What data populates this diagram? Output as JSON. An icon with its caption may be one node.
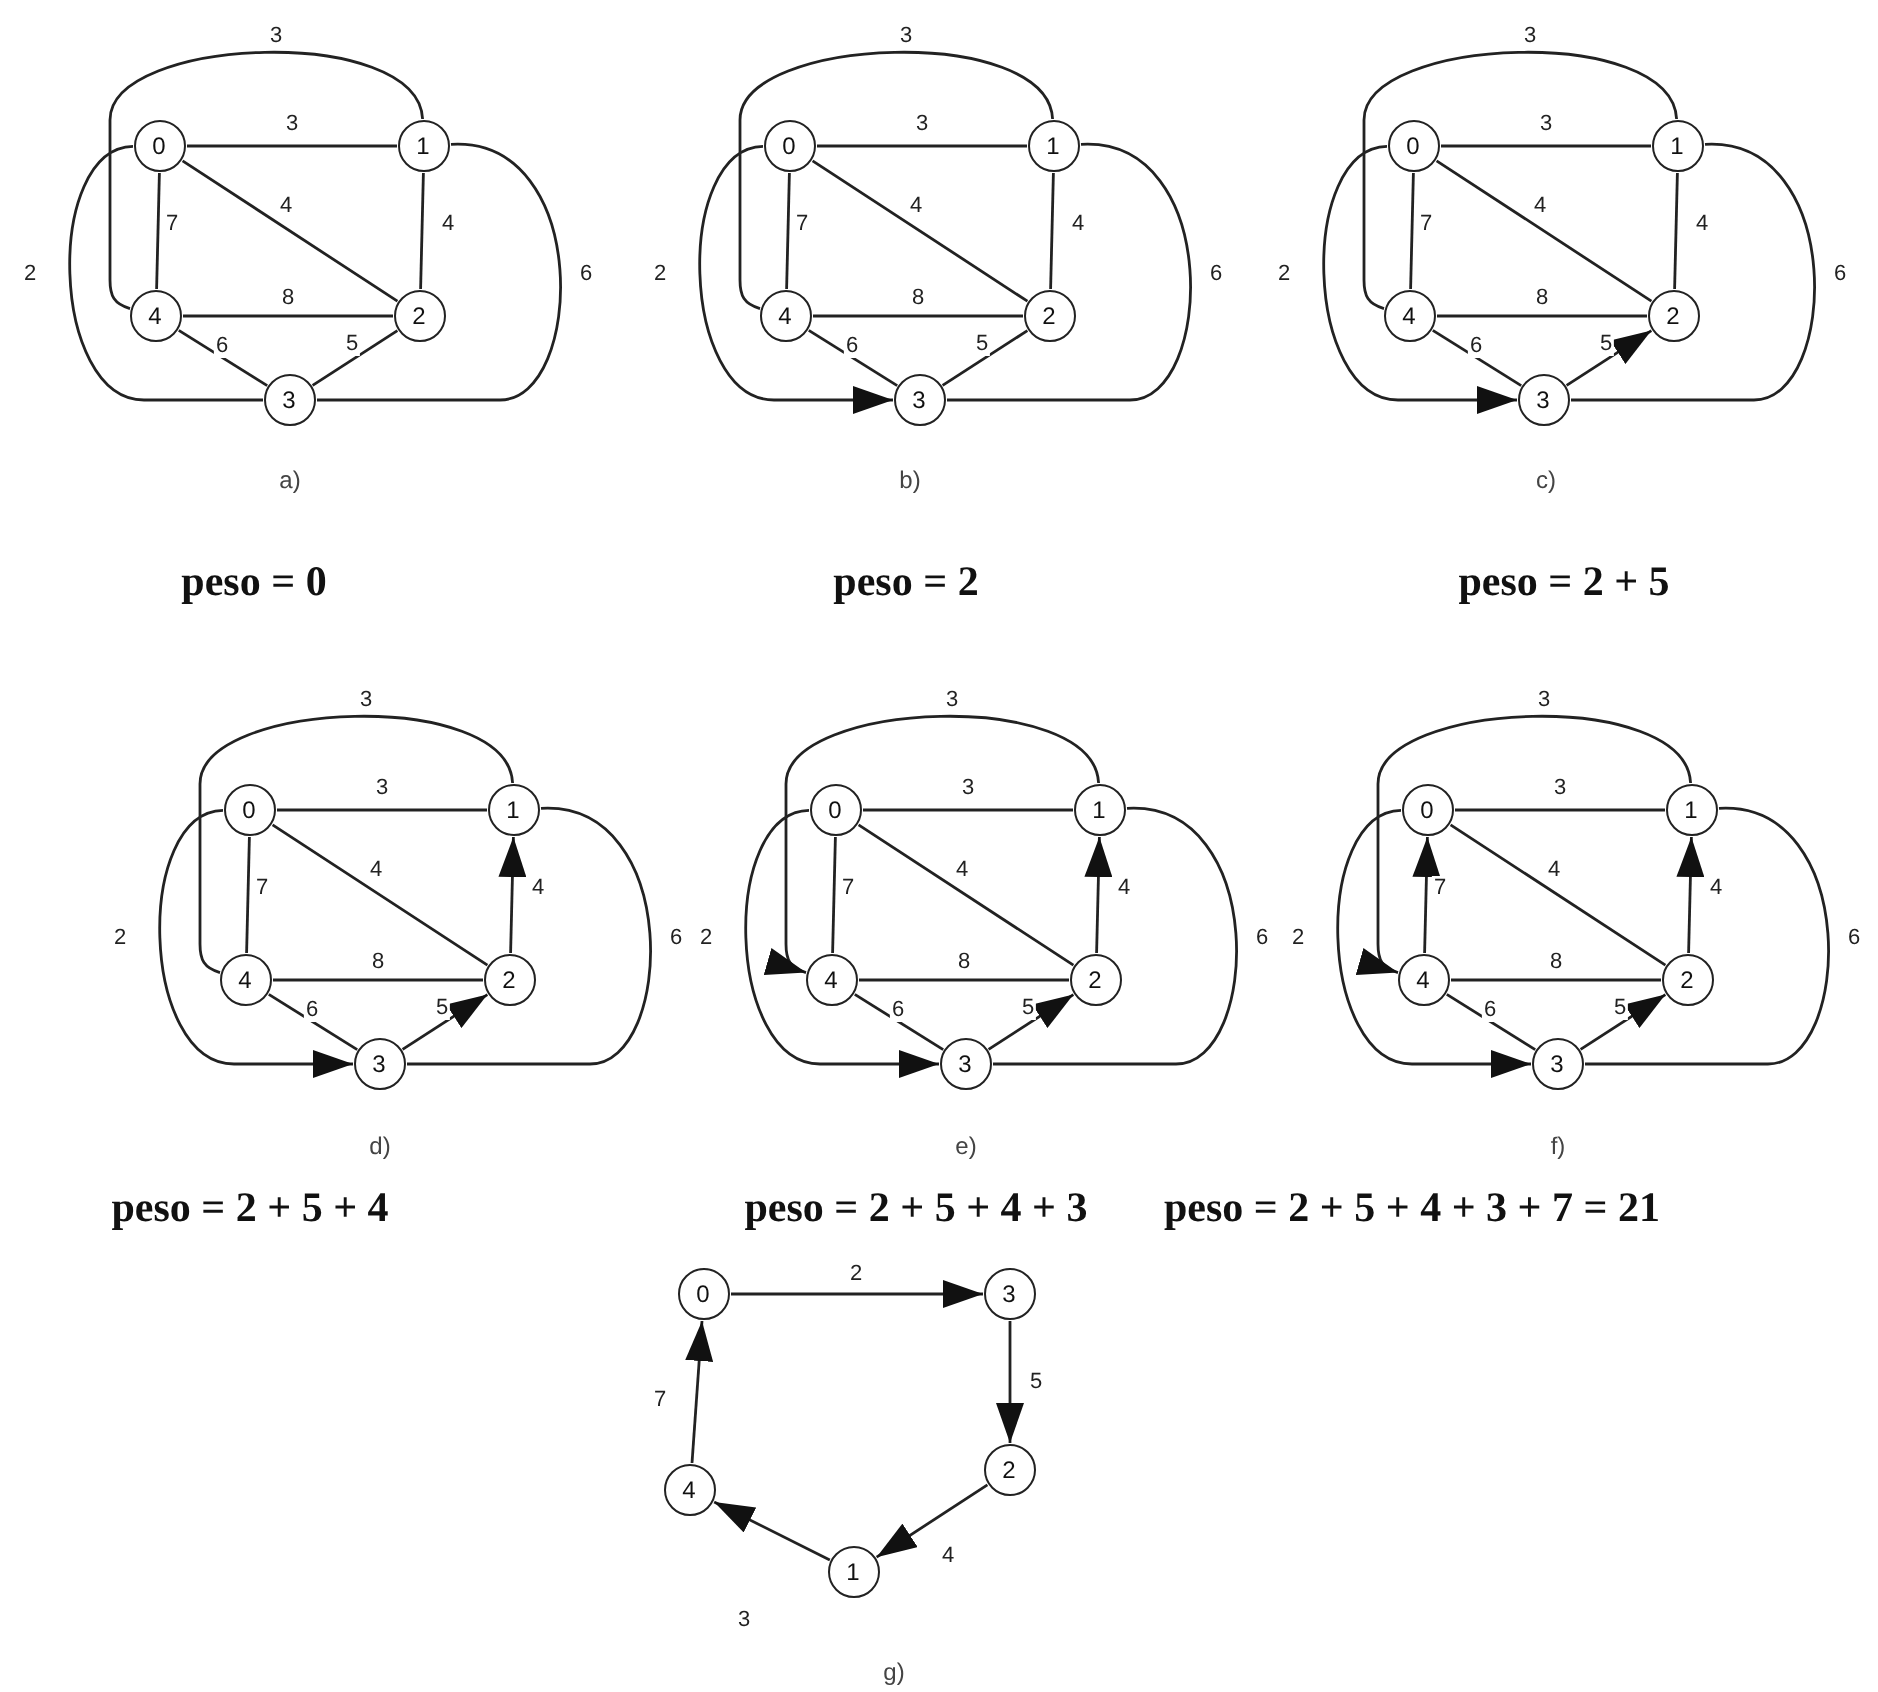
{
  "diagram": {
    "nodes": [
      {
        "text": [
          "0"
        ]
      },
      {
        "text": [
          "1"
        ]
      },
      {
        "text": [
          "4"
        ]
      },
      {
        "text": [
          "2"
        ]
      },
      {
        "text": [
          "3"
        ]
      },
      {
        "text": [
          "0"
        ]
      },
      {
        "text": [
          "1"
        ]
      },
      {
        "text": [
          "4"
        ]
      },
      {
        "text": [
          "2"
        ]
      },
      {
        "text": [
          "3"
        ]
      },
      {
        "text": [
          "0"
        ]
      },
      {
        "text": [
          "1"
        ]
      },
      {
        "text": [
          "4"
        ]
      },
      {
        "text": [
          "2"
        ]
      },
      {
        "text": [
          "3"
        ]
      },
      {
        "text": [
          "0"
        ]
      },
      {
        "text": [
          "1"
        ]
      },
      {
        "text": [
          "4"
        ]
      },
      {
        "text": [
          "2"
        ]
      },
      {
        "text": [
          "3"
        ]
      },
      {
        "text": [
          "0"
        ]
      },
      {
        "text": [
          "1"
        ]
      },
      {
        "text": [
          "4"
        ]
      },
      {
        "text": [
          "2"
        ]
      },
      {
        "text": [
          "3"
        ]
      },
      {
        "text": [
          "0"
        ]
      },
      {
        "text": [
          "1"
        ]
      },
      {
        "text": [
          "4"
        ]
      },
      {
        "text": [
          "2"
        ]
      },
      {
        "text": [
          "3"
        ]
      },
      {
        "text": [
          "0"
        ]
      },
      {
        "text": [
          "3"
        ]
      },
      {
        "text": [
          "2"
        ]
      },
      {
        "text": [
          "4"
        ]
      },
      {
        "text": [
          "1"
        ]
      }
    ],
    "edges": [
      {
        "from": 1,
        "to": 2,
        "arrow": "none",
        "label": "3"
      },
      {
        "from": 0,
        "to": 1,
        "arrow": "none",
        "label": "3"
      },
      {
        "from": 0,
        "to": 3,
        "arrow": "none",
        "label": "4"
      },
      {
        "from": 0,
        "to": 2,
        "arrow": "none",
        "label": "7"
      },
      {
        "from": 1,
        "to": 3,
        "arrow": "none",
        "label": "4"
      },
      {
        "from": 2,
        "to": 3,
        "arrow": "none",
        "label": "8"
      },
      {
        "from": 2,
        "to": 4,
        "arrow": "none",
        "label": "6"
      },
      {
        "from": 3,
        "to": 4,
        "arrow": "none",
        "label": "5"
      },
      {
        "from": 0,
        "to": 4,
        "arrow": "none",
        "label": "2"
      },
      {
        "from": 1,
        "to": 4,
        "arrow": "none",
        "label": "6"
      },
      {
        "from": 6,
        "to": 7,
        "arrow": "none",
        "label": "3"
      },
      {
        "from": 5,
        "to": 6,
        "arrow": "none",
        "label": "3"
      },
      {
        "from": 5,
        "to": 8,
        "arrow": "none",
        "label": "4"
      },
      {
        "from": 5,
        "to": 7,
        "arrow": "none",
        "label": "7"
      },
      {
        "from": 6,
        "to": 8,
        "arrow": "none",
        "label": "4"
      },
      {
        "from": 7,
        "to": 8,
        "arrow": "none",
        "label": "8"
      },
      {
        "from": 7,
        "to": 9,
        "arrow": "none",
        "label": "6"
      },
      {
        "from": 8,
        "to": 9,
        "arrow": "none",
        "label": "5"
      },
      {
        "from": 5,
        "to": 9,
        "arrow": "to",
        "label": "2"
      },
      {
        "from": 6,
        "to": 9,
        "arrow": "none",
        "label": "6"
      },
      {
        "from": 11,
        "to": 12,
        "arrow": "none",
        "label": "3"
      },
      {
        "from": 10,
        "to": 11,
        "arrow": "none",
        "label": "3"
      },
      {
        "from": 10,
        "to": 13,
        "arrow": "none",
        "label": "4"
      },
      {
        "from": 10,
        "to": 12,
        "arrow": "none",
        "label": "7"
      },
      {
        "from": 11,
        "to": 13,
        "arrow": "none",
        "label": "4"
      },
      {
        "from": 12,
        "to": 13,
        "arrow": "none",
        "label": "8"
      },
      {
        "from": 12,
        "to": 14,
        "arrow": "none",
        "label": "6"
      },
      {
        "from": 14,
        "to": 13,
        "arrow": "to",
        "label": "5"
      },
      {
        "from": 10,
        "to": 14,
        "arrow": "to",
        "label": "2"
      },
      {
        "from": 11,
        "to": 14,
        "arrow": "none",
        "label": "6"
      },
      {
        "from": 16,
        "to": 17,
        "arrow": "none",
        "label": "3"
      },
      {
        "from": 15,
        "to": 16,
        "arrow": "none",
        "label": "3"
      },
      {
        "from": 15,
        "to": 18,
        "arrow": "none",
        "label": "4"
      },
      {
        "from": 15,
        "to": 17,
        "arrow": "none",
        "label": "7"
      },
      {
        "from": 18,
        "to": 16,
        "arrow": "to",
        "label": "4"
      },
      {
        "from": 17,
        "to": 18,
        "arrow": "none",
        "label": "8"
      },
      {
        "from": 17,
        "to": 19,
        "arrow": "none",
        "label": "6"
      },
      {
        "from": 19,
        "to": 18,
        "arrow": "to",
        "label": "5"
      },
      {
        "from": 15,
        "to": 19,
        "arrow": "to",
        "label": "2"
      },
      {
        "from": 16,
        "to": 19,
        "arrow": "none",
        "label": "6"
      },
      {
        "from": 21,
        "to": 22,
        "arrow": "to",
        "label": "3"
      },
      {
        "from": 20,
        "to": 21,
        "arrow": "none",
        "label": "3"
      },
      {
        "from": 20,
        "to": 23,
        "arrow": "none",
        "label": "4"
      },
      {
        "from": 20,
        "to": 22,
        "arrow": "none",
        "label": "7"
      },
      {
        "from": 23,
        "to": 21,
        "arrow": "to",
        "label": "4"
      },
      {
        "from": 22,
        "to": 23,
        "arrow": "none",
        "label": "8"
      },
      {
        "from": 22,
        "to": 24,
        "arrow": "none",
        "label": "6"
      },
      {
        "from": 24,
        "to": 23,
        "arrow": "to",
        "label": "5"
      },
      {
        "from": 20,
        "to": 24,
        "arrow": "to",
        "label": "2"
      },
      {
        "from": 21,
        "to": 24,
        "arrow": "none",
        "label": "6"
      },
      {
        "from": 26,
        "to": 27,
        "arrow": "to",
        "label": "3"
      },
      {
        "from": 25,
        "to": 26,
        "arrow": "none",
        "label": "3"
      },
      {
        "from": 25,
        "to": 28,
        "arrow": "none",
        "label": "4"
      },
      {
        "from": 27,
        "to": 25,
        "arrow": "to",
        "label": "7"
      },
      {
        "from": 28,
        "to": 26,
        "arrow": "to",
        "label": "4"
      },
      {
        "from": 27,
        "to": 28,
        "arrow": "none",
        "label": "8"
      },
      {
        "from": 27,
        "to": 29,
        "arrow": "none",
        "label": "6"
      },
      {
        "from": 29,
        "to": 28,
        "arrow": "to",
        "label": "5"
      },
      {
        "from": 25,
        "to": 29,
        "arrow": "to",
        "label": "2"
      },
      {
        "from": 26,
        "to": 29,
        "arrow": "none",
        "label": "6"
      },
      {
        "from": 30,
        "to": 31,
        "arrow": "to",
        "label": "2"
      },
      {
        "from": 31,
        "to": 32,
        "arrow": "to",
        "label": "5"
      },
      {
        "from": 32,
        "to": 34,
        "arrow": "to",
        "label": "4"
      },
      {
        "from": 34,
        "to": 33,
        "arrow": "to",
        "label": "3"
      },
      {
        "from": 33,
        "to": 30,
        "arrow": "to",
        "label": "7"
      }
    ],
    "labels": [
      "a)",
      "b)",
      "c)",
      "peso = 0",
      "peso = 2",
      "peso = 2 + 5",
      "d)",
      "e)",
      "f)",
      "peso = 2 + 5 + 4",
      "peso = 2 + 5 + 4 + 3",
      "peso = 2 + 5 + 4 + 3 + 7 = 21",
      "g)"
    ]
  }
}
